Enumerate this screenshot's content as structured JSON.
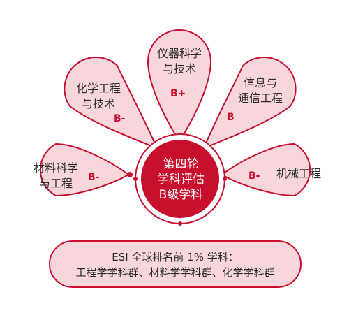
{
  "center": {
    "line1": "第四轮",
    "line2": "学科评估",
    "line3": "B级学科"
  },
  "petals": [
    {
      "id": "chem-eng",
      "line1": "化学工程",
      "line2": "与技术",
      "grade": "B-"
    },
    {
      "id": "instrument",
      "line1": "仪器科学",
      "line2": "与技术",
      "grade": "B+"
    },
    {
      "id": "ict",
      "line1": "信息与",
      "line2": "通信工程",
      "grade": "B"
    },
    {
      "id": "materials",
      "line1": "材料科学",
      "line2": "与工程",
      "grade": "B-"
    },
    {
      "id": "mechanical",
      "line1": "机械工程",
      "line2": "",
      "grade": "B-"
    }
  ],
  "esi": {
    "line1": "ESI 全球排名前 1% 学科：",
    "line2": "工程学学科群、材料学学科群、化学学科群"
  },
  "colors": {
    "accent": "#c8102e",
    "petal_fill": "#f7d7dc",
    "center_fill": "#c8102e"
  }
}
